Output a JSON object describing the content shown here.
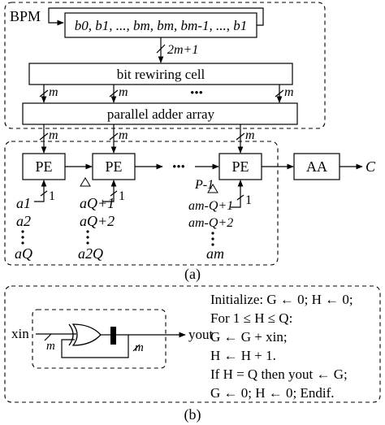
{
  "part_a": {
    "bpm_label": "BPM",
    "register_text": "b0, b1, ..., bm, bm, bm-1, ..., b1",
    "bus_width_2m1": "2m+1",
    "bit_rewiring_cell": "bit rewiring cell",
    "parallel_adder_array": "parallel adder array",
    "bus_m": "m",
    "ellipsis": "•••",
    "pe_label": "PE",
    "aa_label": "AA",
    "output_label": "C",
    "pe_index_label": "P-1",
    "one_label": "1",
    "col1_inputs": [
      "a1",
      "a2",
      "aQ"
    ],
    "col2_inputs": [
      "aQ+1",
      "aQ+2",
      "a2Q"
    ],
    "col3_inputs": [
      "am-Q+1",
      "am-Q+2",
      "am"
    ],
    "caption": "(a)"
  },
  "part_b": {
    "input_label": "xin",
    "output_label": "yout",
    "bus_m": "m",
    "algorithm": [
      "Initialize: G ← 0; H ← 0;",
      "For 1 ≤ H ≤ Q:",
      "G ← G + xin;",
      "H ← H + 1.",
      "If H = Q then yout ← G;",
      "G ← 0; H ← 0; Endif."
    ],
    "caption": "(b)"
  }
}
